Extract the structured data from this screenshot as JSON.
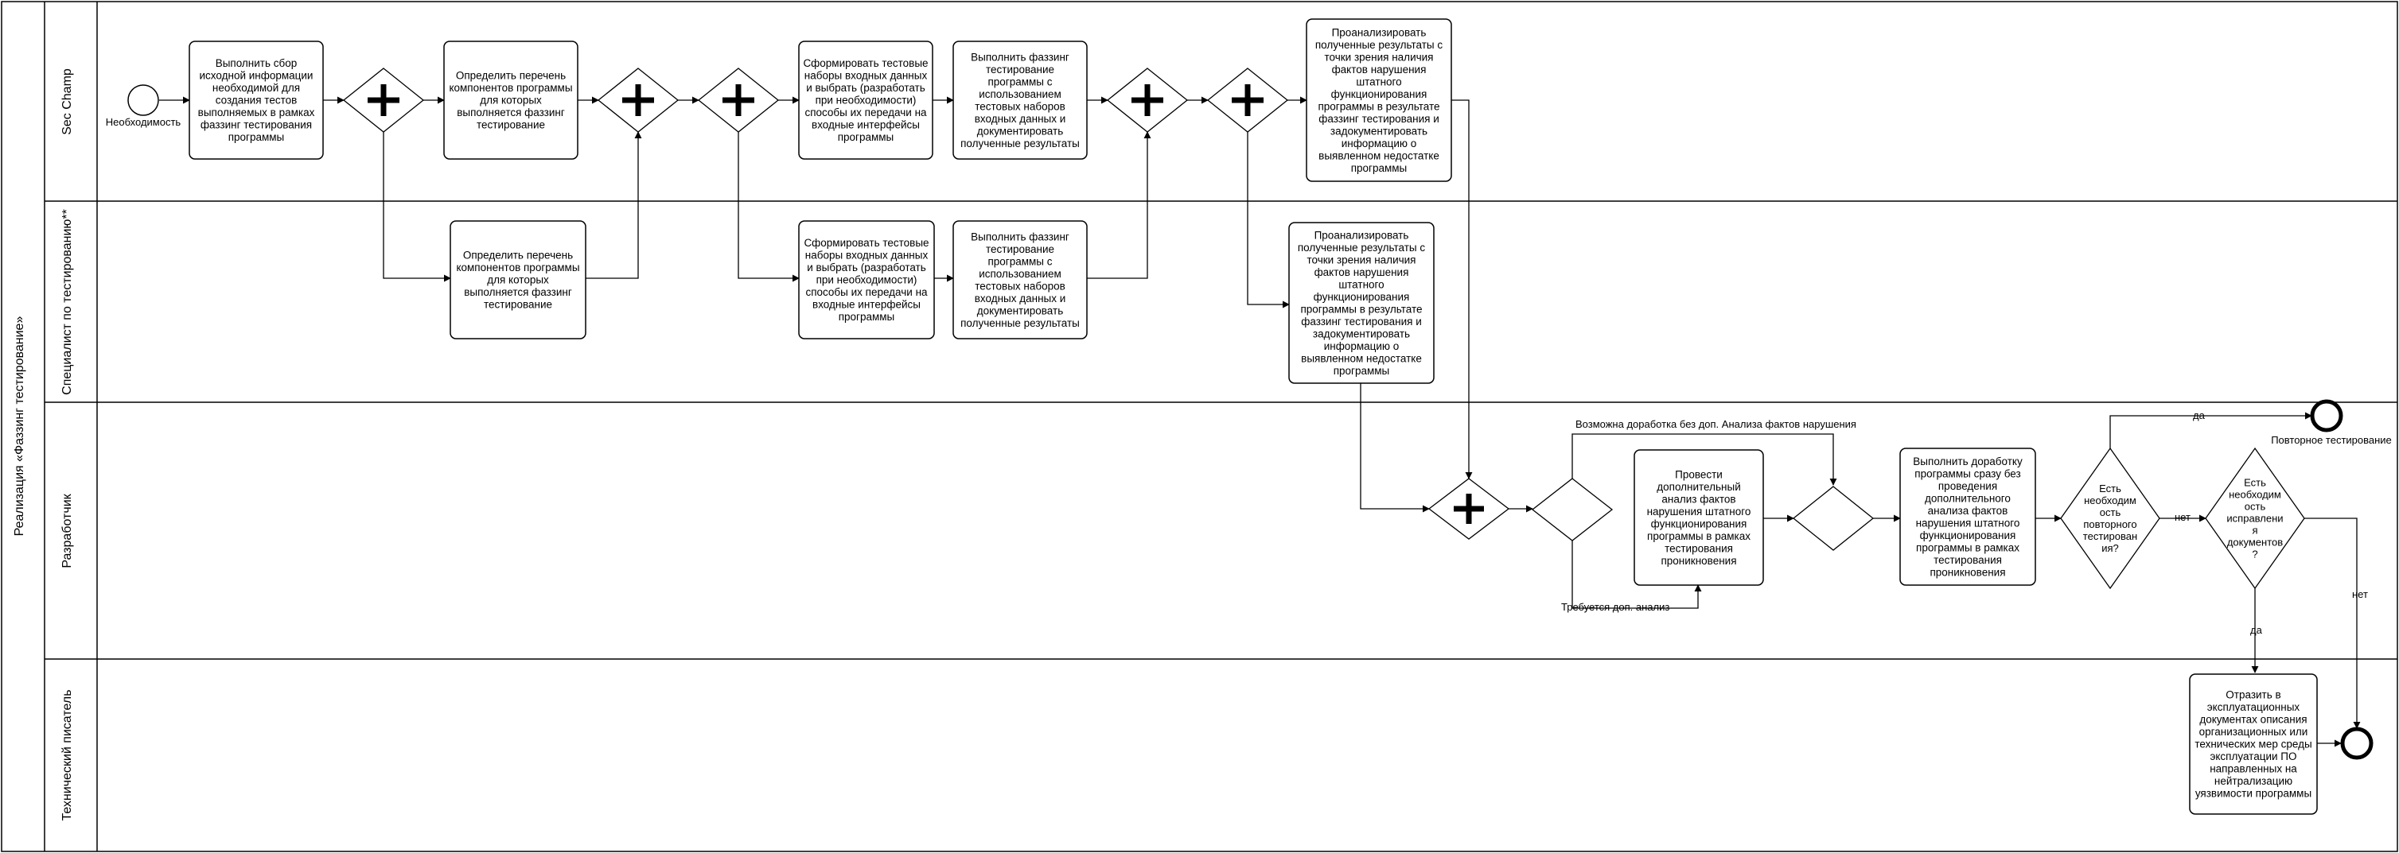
{
  "pool": {
    "label": "Реализация «Фаззинг тестирование»"
  },
  "lanes": [
    {
      "id": "sec",
      "label": "Sec Champ"
    },
    {
      "id": "spec",
      "label": "Специалист по тестированию**"
    },
    {
      "id": "dev",
      "label": "Разработчик"
    },
    {
      "id": "tech",
      "label": "Технический писатель"
    }
  ],
  "events": {
    "start": {
      "label": "Необходимость"
    },
    "end_retest": {
      "label": "Повторное тестирование"
    },
    "end_final": {
      "label": ""
    }
  },
  "tasks": {
    "sec_collect": {
      "lines": [
        "Выполнить сбор",
        "исходной информации",
        "необходимой для",
        "создания тестов",
        "выполняемых в рамках",
        "фаззинг тестирования",
        "программы"
      ]
    },
    "sec_define": {
      "lines": [
        "Определить перечень",
        "компонентов программы",
        "для которых",
        "выполняется фаззинг",
        "тестирование"
      ]
    },
    "sec_form": {
      "lines": [
        "Сформировать тестовые",
        "наборы входных данных",
        "и выбрать (разработать",
        "при необходимости)",
        "способы их передачи на",
        "входные интерфейсы",
        "программы"
      ]
    },
    "sec_exec": {
      "lines": [
        "Выполнить фаззинг",
        "тестирование",
        "программы с",
        "использованием",
        "тестовых наборов",
        "входных данных и",
        "документировать",
        "полученные результаты"
      ]
    },
    "sec_analyze": {
      "lines": [
        "Проанализировать",
        "полученные результаты с",
        "точки зрения наличия",
        "фактов нарушения",
        "штатного",
        "функционирования",
        "программы в результате",
        "фаззинг тестирования и",
        "задокументировать",
        "информацию о",
        "выявленном недостатке",
        "программы"
      ]
    },
    "spec_define": {
      "lines": [
        "Определить перечень",
        "компонентов программы",
        "для которых",
        "выполняется фаззинг",
        "тестирование"
      ]
    },
    "spec_form": {
      "lines": [
        "Сформировать тестовые",
        "наборы входных данных",
        "и выбрать (разработать",
        "при необходимости)",
        "способы их передачи на",
        "входные интерфейсы",
        "программы"
      ]
    },
    "spec_exec": {
      "lines": [
        "Выполнить фаззинг",
        "тестирование",
        "программы с",
        "использованием",
        "тестовых наборов",
        "входных данных и",
        "документировать",
        "полученные результаты"
      ]
    },
    "spec_analyze": {
      "lines": [
        "Проанализировать",
        "полученные результаты с",
        "точки зрения наличия",
        "фактов нарушения",
        "штатного",
        "функционирования",
        "программы в результате",
        "фаззинг тестирования и",
        "задокументировать",
        "информацию о",
        "выявленном недостатке",
        "программы"
      ]
    },
    "dev_extra": {
      "lines": [
        "Провести",
        "дополнительный",
        "анализ фактов",
        "нарушения штатного",
        "функционирования",
        "программы в рамках",
        "тестирования",
        "проникновения"
      ]
    },
    "dev_fix": {
      "lines": [
        "Выполнить доработку",
        "программы сразу  без",
        "проведения",
        "дополнительного",
        "анализа фактов",
        "нарушения штатного",
        "функционирования",
        "программы в рамках",
        "тестирования",
        "проникновения"
      ]
    },
    "tech_doc": {
      "lines": [
        "Отразить в",
        "эксплуатационных",
        "документах описания",
        "организационных или",
        "технических мер среды",
        "эксплуатации ПО",
        "направленных на",
        "нейтрализацию",
        "уязвимости программы"
      ]
    }
  },
  "decisions": {
    "retest": {
      "lines": [
        "Есть",
        "необходим",
        "ость",
        "повторного",
        "тестирован",
        "ия?"
      ]
    },
    "docfix": {
      "lines": [
        "Есть",
        "необходим",
        "ость",
        "исправлени",
        "я",
        "документов",
        "?"
      ]
    }
  },
  "edge_labels": {
    "no_extra": "Возможна доработка без доп. Анализа фактов нарушения",
    "need_extra": "Требуется доп. анализ",
    "retest_yes": "да",
    "retest_no": "нет",
    "docfix_yes": "да",
    "docfix_no": "нет"
  },
  "colors": {
    "stroke": "#000000",
    "fill": "#ffffff"
  }
}
